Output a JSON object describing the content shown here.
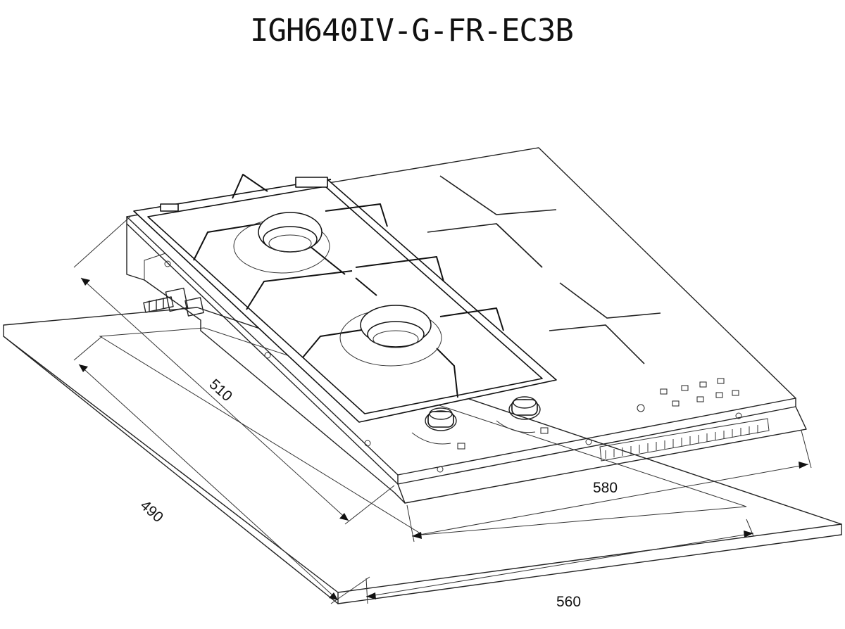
{
  "drawing": {
    "model": "IGH640IV-G-FR-EC3B",
    "dimensions": {
      "top_depth": "510",
      "cutout_depth": "490",
      "top_width": "580",
      "cutout_width": "560"
    }
  }
}
